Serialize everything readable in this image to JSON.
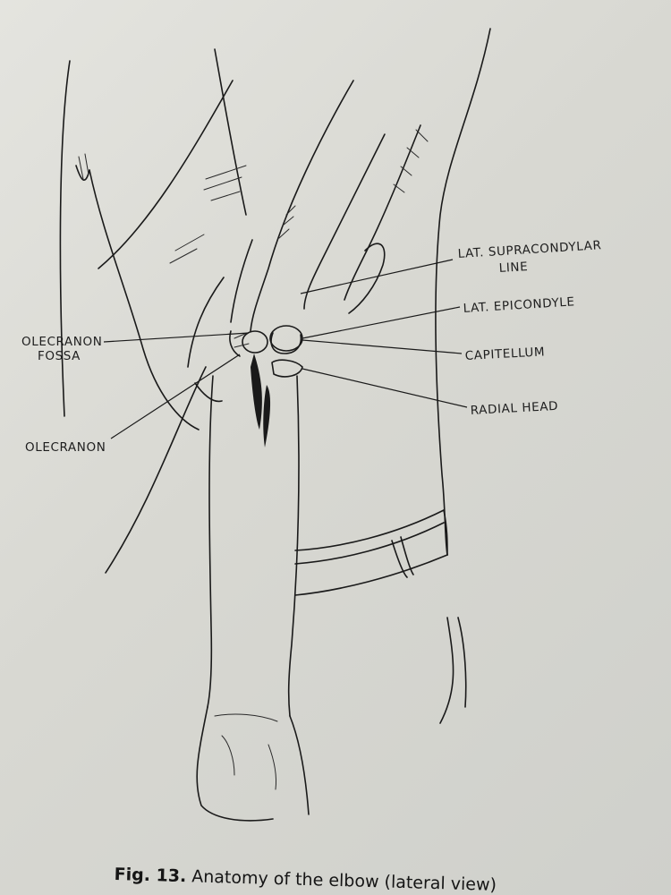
{
  "labels": {
    "lat_supracondylar_line_1": "LAT. SUPRACONDYLAR",
    "lat_supracondylar_line_2": "LINE",
    "lat_epicondyle": "LAT. EPICONDYLE",
    "capitellum": "CAPITELLUM",
    "radial_head": "RADIAL HEAD",
    "olecranon_fossa_1": "OLECRANON",
    "olecranon_fossa_2": "FOSSA",
    "olecranon": "OLECRANON"
  },
  "caption": {
    "figure_number": "Fig. 13.",
    "text": "Anatomy of the elbow (lateral view)"
  }
}
